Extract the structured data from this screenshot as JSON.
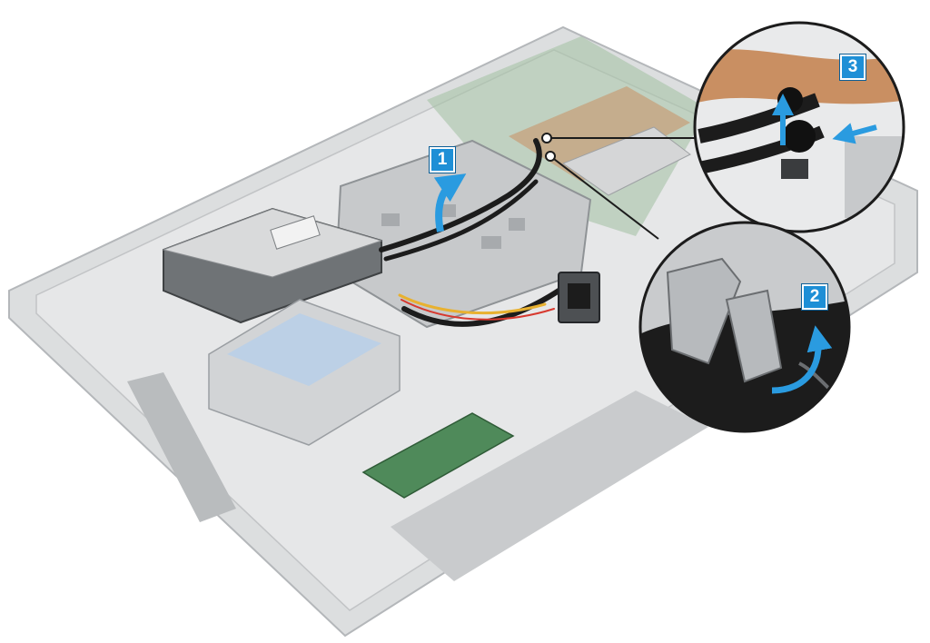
{
  "steps": [
    {
      "label": "1"
    },
    {
      "label": "2"
    },
    {
      "label": "3"
    }
  ],
  "colors": {
    "accent_arrow": "#2a9be0",
    "step_badge": "#1e8fd6",
    "chassis": "#d4d6d8",
    "chassis_dark": "#9a9ea2",
    "board_green": "#4f8a5a",
    "cable_black": "#1c1c1c",
    "heatpipe_copper": "#c58a5c"
  },
  "icons": [
    "rotate-arrow-icon",
    "lift-arrow-icon",
    "push-arrow-icon"
  ]
}
